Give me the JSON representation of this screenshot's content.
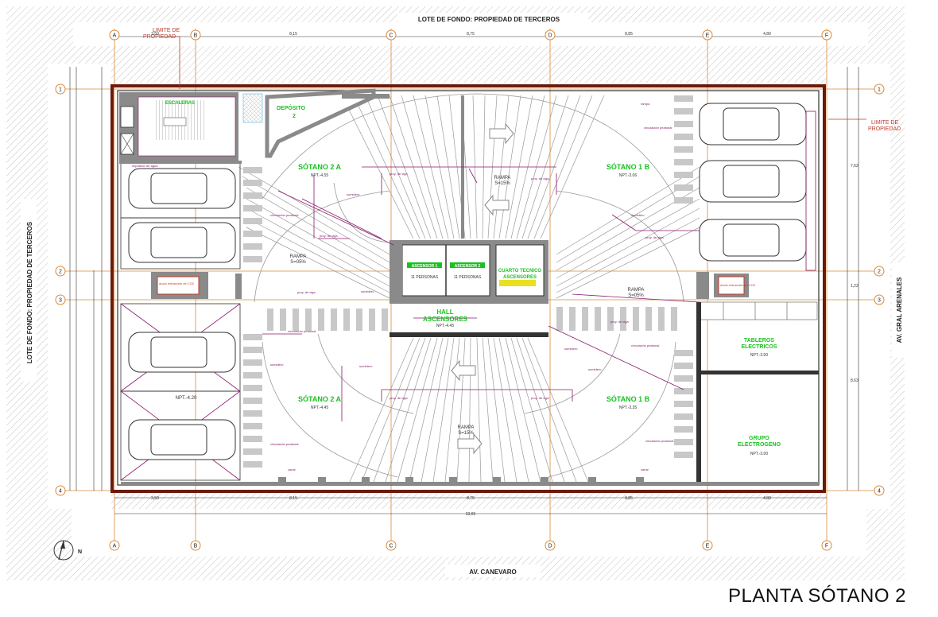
{
  "title": "PLANTA SÓTANO 2",
  "top_street": "LOTE DE FONDO: PROPIEDAD DE TERCEROS",
  "bottom_street": "AV. CANEVARO",
  "left_street": "LOTE DE FONDO: PROPIEDAD DE TERCEROS",
  "right_street": "AV. GRAL ARENALES",
  "north": "N",
  "limit_left": [
    "LIMITE DE",
    "PROPIEDAD"
  ],
  "limit_right": [
    "LIMITE DE",
    "PROPIEDAD"
  ],
  "axes_letters": [
    "A",
    "B",
    "C",
    "D",
    "E",
    "F"
  ],
  "axes_numbers": [
    "1",
    "2",
    "3",
    "4"
  ],
  "dims_top": [
    "3,50",
    "8,15",
    "8,75",
    "8,85",
    "4,80"
  ],
  "dims_bottom": [
    "3,50",
    "8,15",
    "8,75",
    "8,85",
    "4,80"
  ],
  "dim_total": "33,05",
  "dims_right": [
    "7,62",
    "1,22",
    "8,63"
  ],
  "rooms": {
    "escaleras": "ESCALERAS",
    "deposito": [
      "DEPÓSITO",
      "2"
    ],
    "sotano2a_top": "SÓTANO 2 A",
    "sotano2a_top_npt": "NPT.-4.55",
    "sotano1b_top": "SÓTANO 1 B",
    "sotano1b_top_npt": "NPT.-3.06",
    "sotano2a_bottom": "SÓTANO 2 A",
    "sotano2a_bottom_npt": "NPT.-4.45",
    "sotano1b_bottom": "SÓTANO 1 B",
    "sotano1b_bottom_npt": "NPT.-3.35",
    "npt_left": "NPT.-4.20",
    "hall": [
      "HALL",
      "ASCENSORES"
    ],
    "hall_npt": "NPT.-4.45",
    "cuarto_tecnico": [
      "CUARTO TECNICO",
      "ASCENSORES"
    ],
    "tableros": [
      "TABLEROS",
      "ELECTRICOS"
    ],
    "tableros_npt": "NPT.-3.00",
    "grupo": [
      "GRUPO",
      "ELECTROGENO"
    ],
    "grupo_npt": "NPT.-3.00",
    "ascensor1": "ASCENSOR 1",
    "ascensor2": "ASCENSOR 2",
    "personas": "11 PERSONAS"
  },
  "ramps": [
    {
      "label": "RAMPA",
      "slope": "S=15%"
    },
    {
      "label": "RAMPA",
      "slope": "S=05%"
    },
    {
      "label": "RAMPA",
      "slope": "S=05%"
    },
    {
      "label": "RAMPA",
      "slope": "S=15%"
    }
  ],
  "notes": {
    "proy_viga": "proy. de viga",
    "sumidero": "sumidero",
    "circulacion": "circulación peatonal",
    "ducto_extraccion": "ducto extracción de CO2",
    "impulsion": "impulsión de agua",
    "canal": "canal",
    "rampa_label": "rampa"
  },
  "colors": {
    "frame": "#6b1a0c",
    "axis": "#d98a3a",
    "hatch": "#bdbdbd",
    "green": "#18c21f",
    "purple": "#8a1a6a",
    "wall": "#777777",
    "yellow": "#e8e020"
  }
}
